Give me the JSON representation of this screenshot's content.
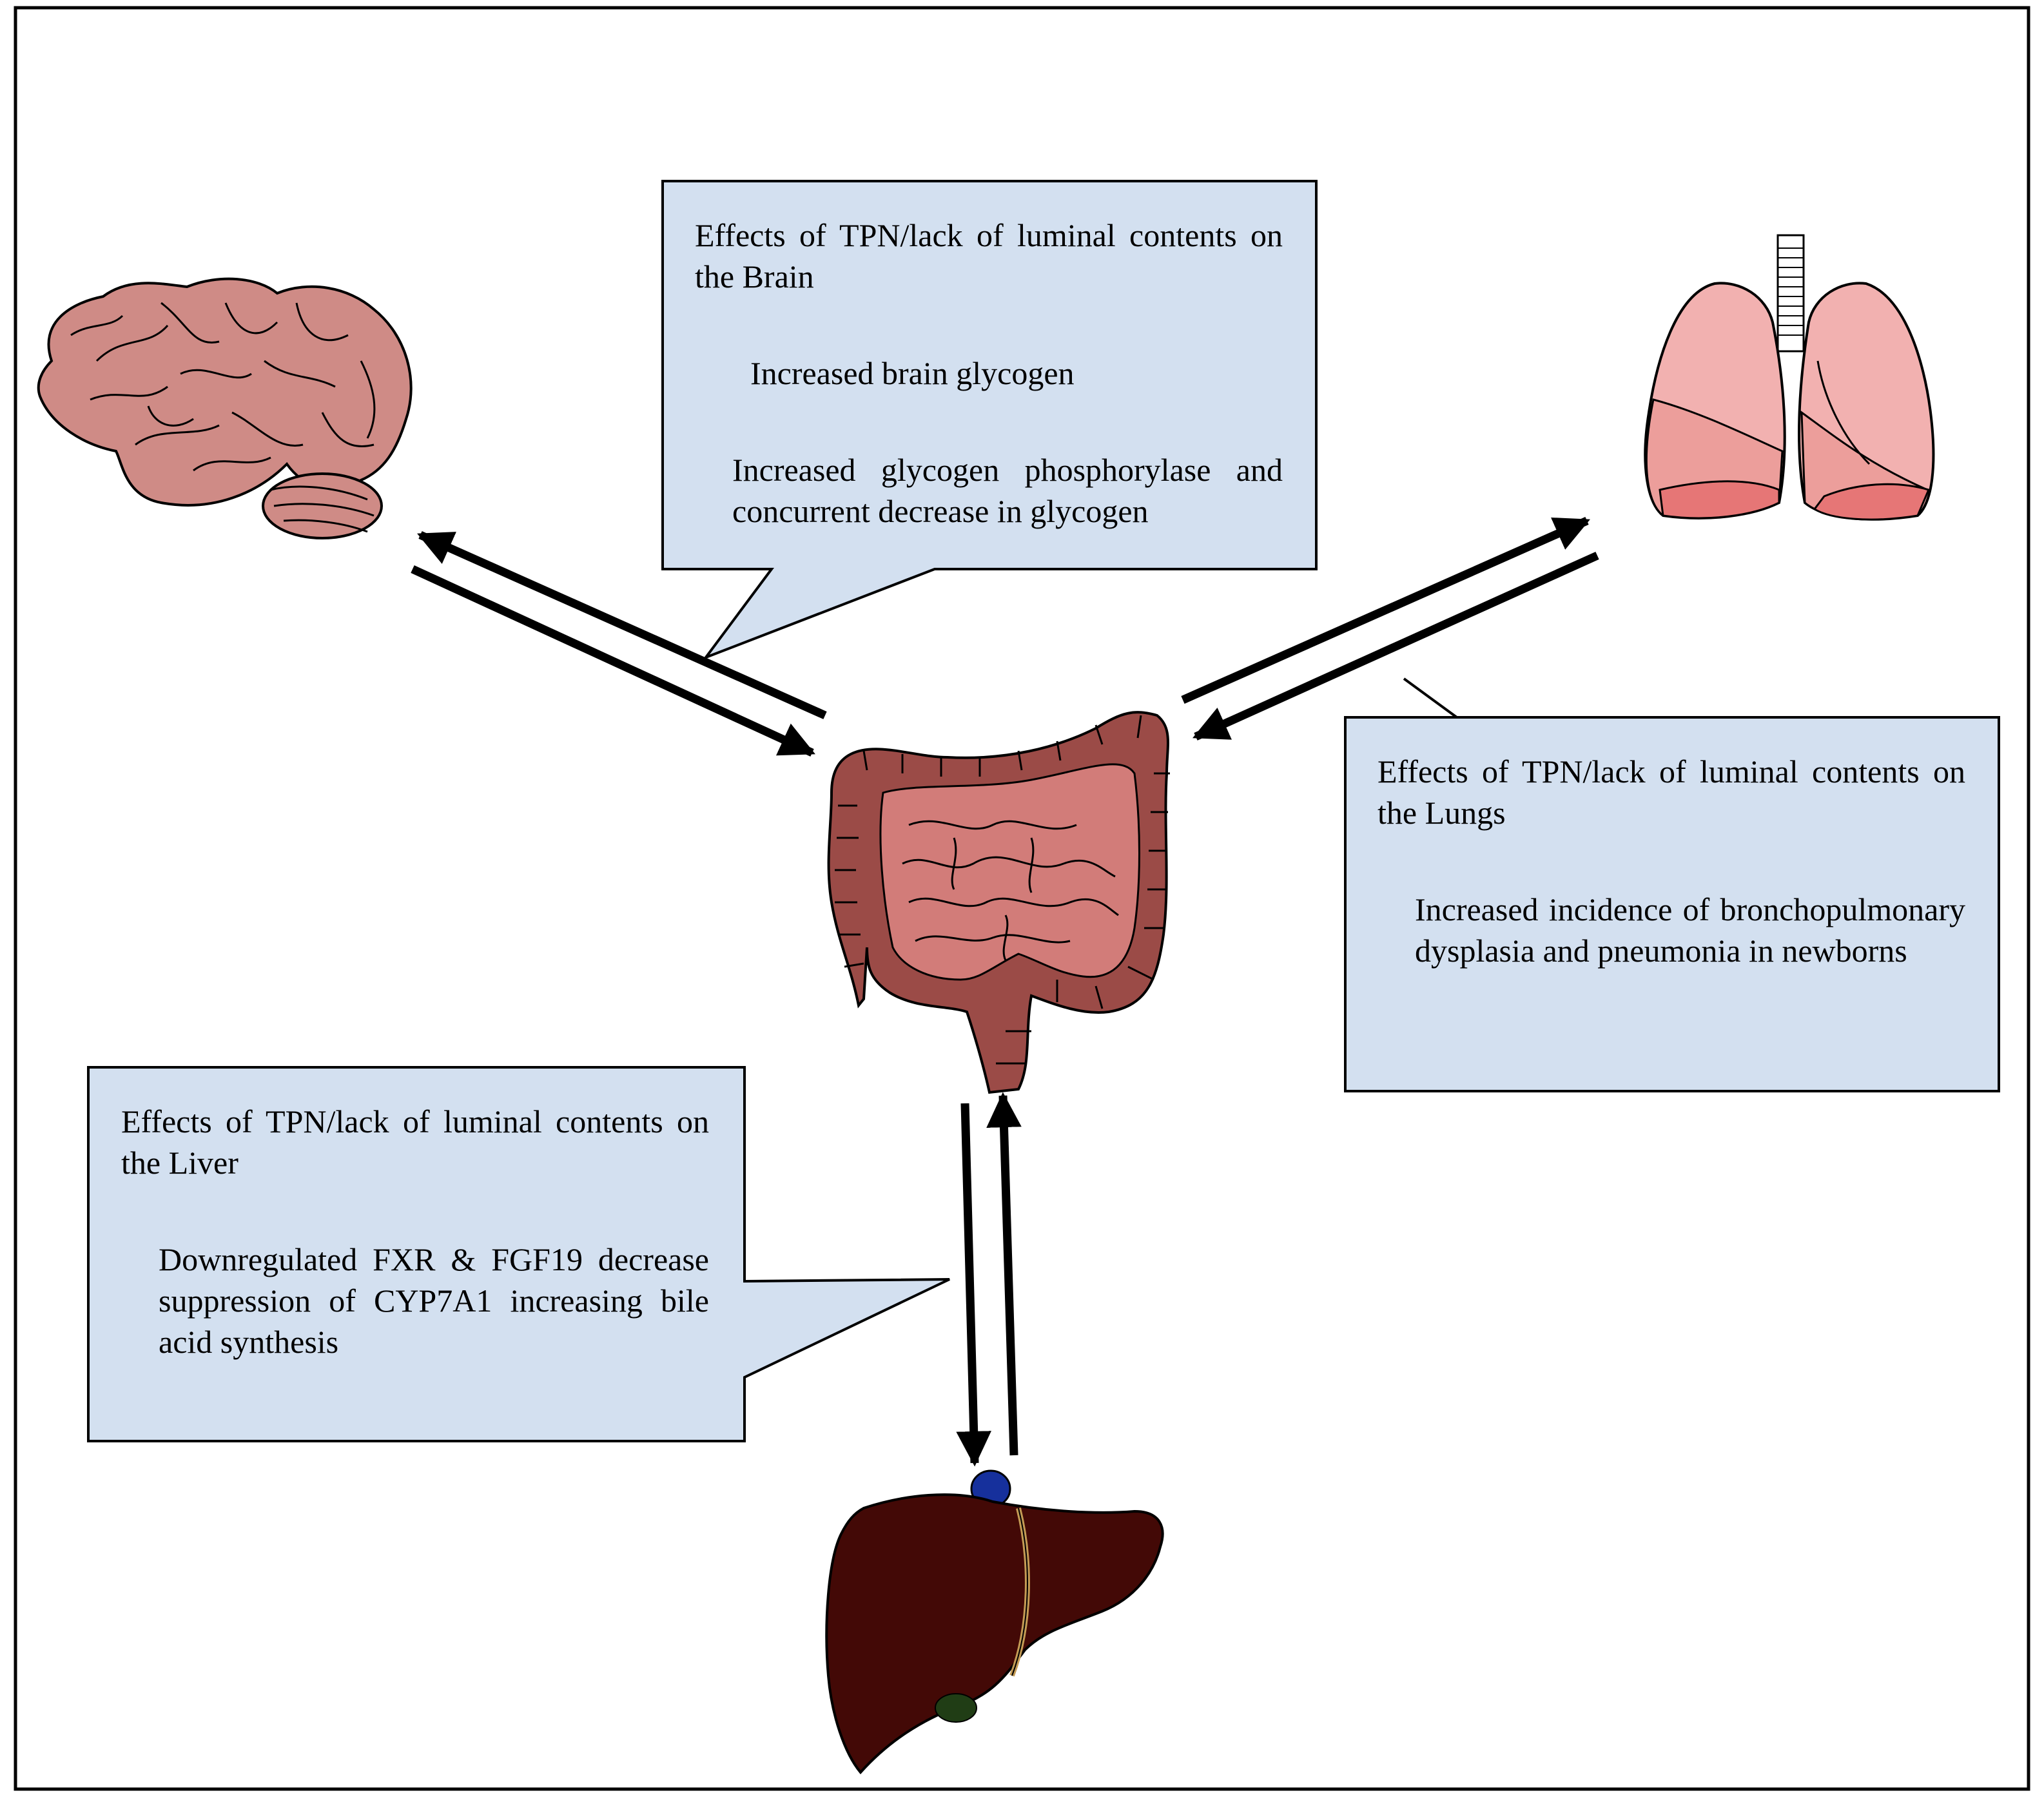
{
  "colors": {
    "callout_fill": "#d3e0f0",
    "brain": "#cf8b86",
    "lung_light": "#f2b1b0",
    "lung_mid": "#ec9e9b",
    "lung_dark": "#e67676",
    "intestine_outer": "#9b4b47",
    "intestine_inner": "#d27c79",
    "liver": "#430906",
    "gallbladder_blue": "#16309c",
    "gallbladder_green": "#203d15"
  },
  "organs": {
    "brain": "brain-icon",
    "lungs": "lungs-icon",
    "intestine": "intestine-icon",
    "liver": "liver-icon"
  },
  "callouts": {
    "brain": {
      "heading": "Effects of TPN/lack of luminal contents on the Brain",
      "items": [
        "Increased brain glycogen",
        "Increased glycogen phosphorylase and concurrent decrease in glycogen"
      ]
    },
    "lungs": {
      "heading": "Effects of TPN/lack of luminal contents on the Lungs",
      "items": [
        "Increased incidence of bronchopulmonary dysplasia and pneumonia in newborns"
      ]
    },
    "liver": {
      "heading": "Effects of TPN/lack of luminal contents on the Liver",
      "items": [
        "Downregulated FXR & FGF19 decrease suppression of CYP7A1 increasing bile acid synthesis"
      ]
    }
  }
}
